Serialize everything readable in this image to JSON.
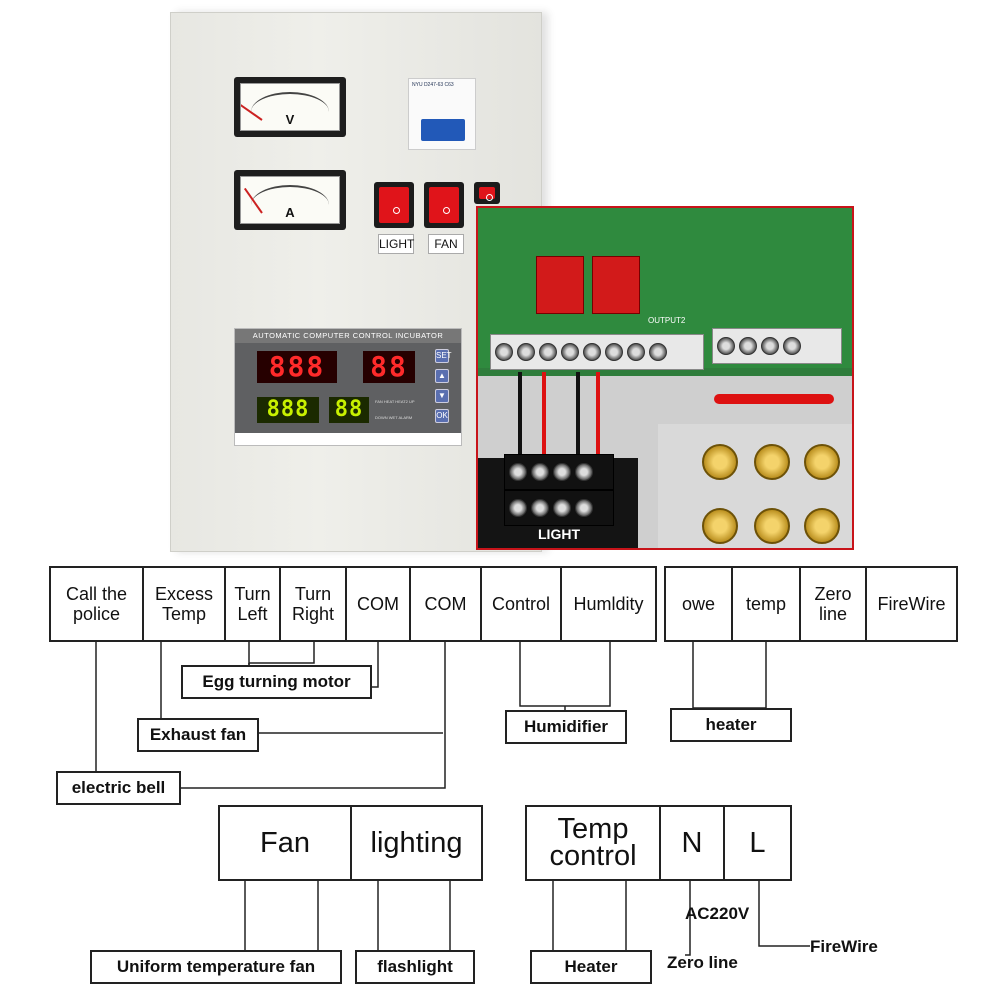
{
  "photo": {
    "voltmeter_unit": "V",
    "ammeter_unit": "A",
    "breaker_text": "NYU D247-63 C63",
    "switch_labels": [
      "LIGHT",
      "FAN"
    ],
    "controller_title": "AUTOMATIC COMPUTER CONTROL INCUBATOR",
    "display_top_left": "888",
    "display_top_right": "88",
    "display_bottom_left": "888",
    "display_bottom_right": "88",
    "indicator_labels": "FAN HEAT HEAT2 UP",
    "indicator_labels_2": "DOWN WET ALARM",
    "button_labels": [
      "SET",
      "▲",
      "▼",
      "OK"
    ],
    "pcb_output_label": "OUTPUT2",
    "pcb_bottom_label": "LIGHT"
  },
  "diagram": {
    "terminals_left": [
      "Call the police",
      "Excess Temp",
      "Turn Left",
      "Turn Right",
      "COM",
      "COM",
      "Control",
      "Humldity"
    ],
    "terminals_right": [
      "owe",
      "temp",
      "Zero line",
      "FireWire"
    ],
    "labels": {
      "egg_motor": "Egg turning motor",
      "exhaust_fan": "Exhaust fan",
      "electric_bell": "electric bell",
      "humidifier": "Humidifier",
      "heater_top": "heater",
      "uniform_fan": "Uniform temperature fan",
      "flashlight": "flashlight",
      "heater_bottom": "Heater",
      "ac": "AC220V",
      "zero_line": "Zero line",
      "firewire": "FireWire"
    },
    "bottom_boxes": {
      "fan": "Fan",
      "lighting": "lighting",
      "temp_control": "Temp control",
      "n": "N",
      "l": "L"
    }
  }
}
